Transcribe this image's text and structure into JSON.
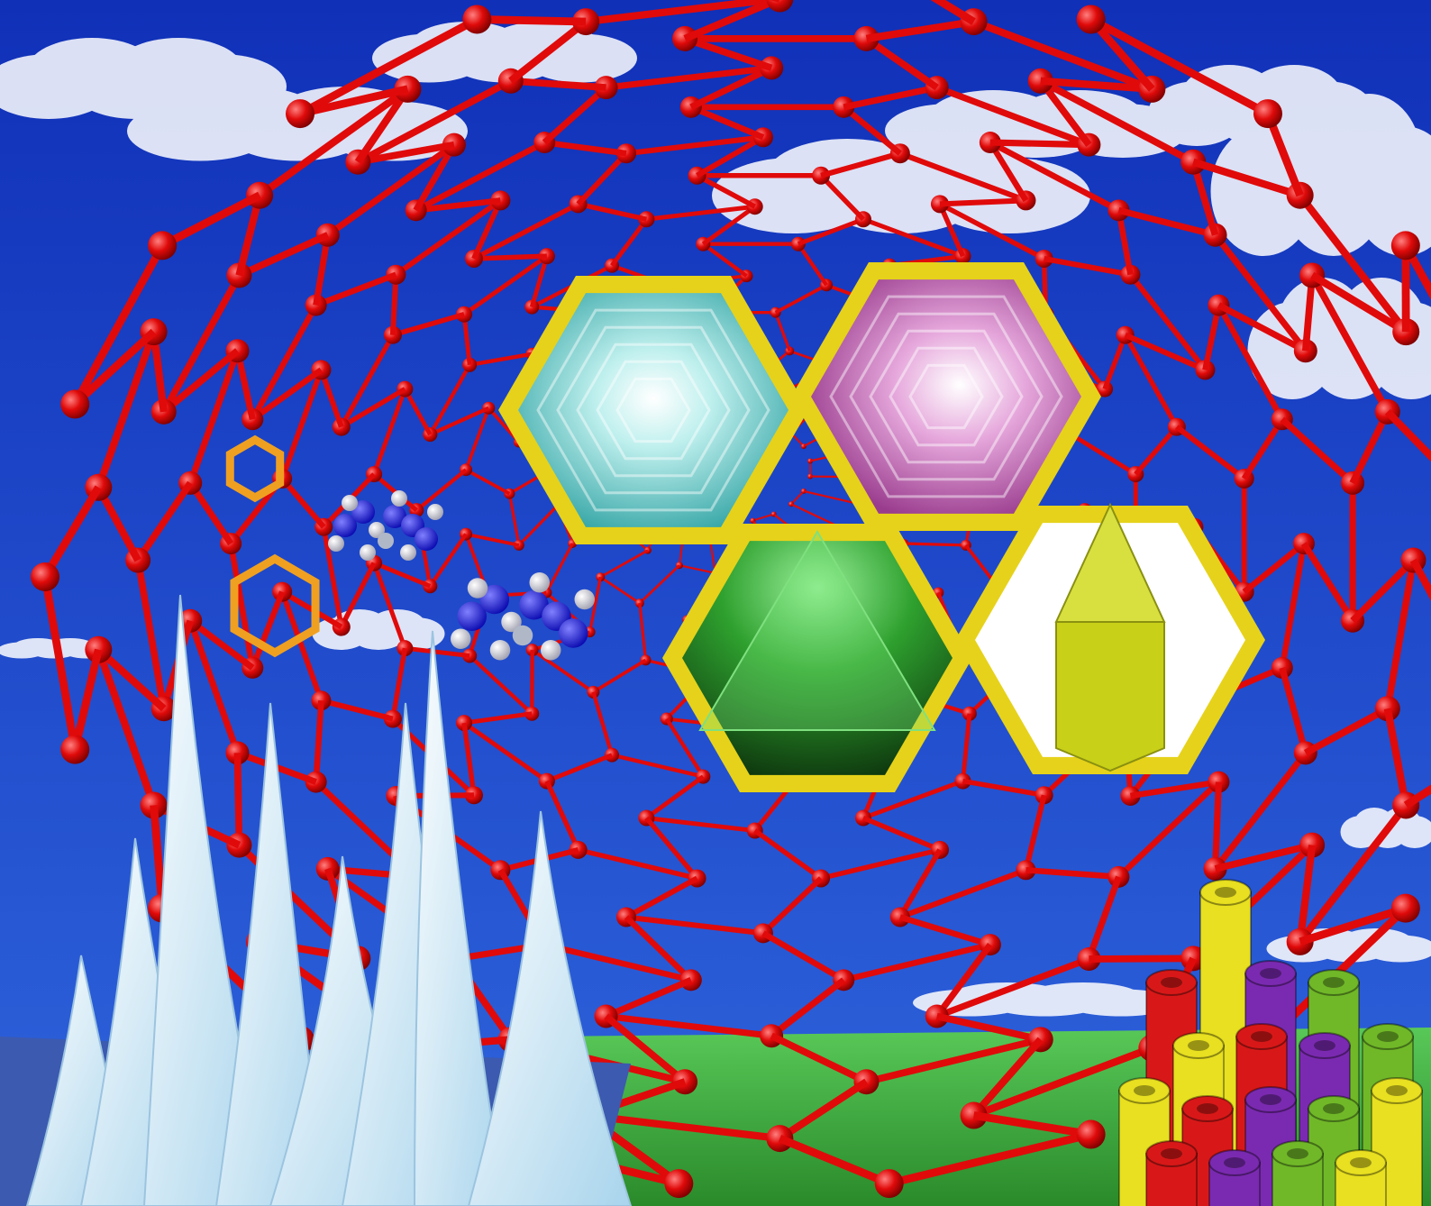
{
  "scene": {
    "description_visible_text": "",
    "palette": {
      "sky_top": "#1030b8",
      "sky_mid": "#2f64dc",
      "cloud": "#ffffff",
      "grass": "#3ca83c",
      "nanotube_red": "#e00a0a",
      "hex_frame": "#e6d21a",
      "ring_orange": "#f0a020",
      "teal_crystal": "#4fc4c0",
      "pink_crystal": "#c860b0",
      "green_crystal": "#2ea02e",
      "lime_model": "#c8d018",
      "frosty_crystal": "#dff4fb",
      "rod_purple": "#7a2ab0",
      "rod_yellow": "#e8e020",
      "rod_green": "#70b828",
      "rod_red": "#d81818"
    },
    "icons": [
      "nanotube-lattice",
      "hexagon-panel",
      "benzene-ring-icon",
      "molecule-ball-model",
      "crystal-spike",
      "nanorod-bundle"
    ]
  }
}
